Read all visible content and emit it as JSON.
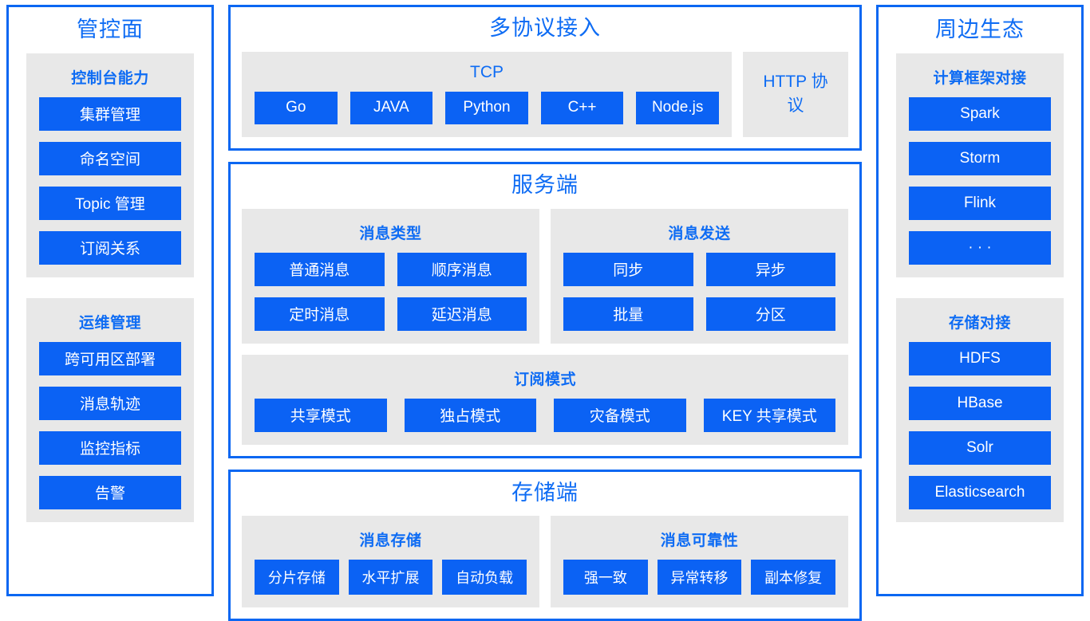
{
  "columns": {
    "left": {
      "title": "管控面",
      "panels": [
        {
          "title": "控制台能力",
          "items": [
            "集群管理",
            "命名空间",
            "Topic 管理",
            "订阅关系"
          ]
        },
        {
          "title": "运维管理",
          "items": [
            "跨可用区部署",
            "消息轨迹",
            "监控指标",
            "告警"
          ]
        }
      ]
    },
    "right": {
      "title": "周边生态",
      "panels": [
        {
          "title": "计算框架对接",
          "items": [
            "Spark",
            "Storm",
            "Flink",
            "· · ·"
          ]
        },
        {
          "title": "存储对接",
          "items": [
            "HDFS",
            "HBase",
            "Solr",
            "Elasticsearch"
          ]
        }
      ]
    }
  },
  "center": {
    "protocol": {
      "title": "多协议接入",
      "tcp_label": "TCP",
      "languages": [
        "Go",
        "JAVA",
        "Python",
        "C++",
        "Node.js"
      ],
      "http_label": "HTTP 协议"
    },
    "server": {
      "title": "服务端",
      "message_type": {
        "title": "消息类型",
        "items": [
          "普通消息",
          "顺序消息",
          "定时消息",
          "延迟消息"
        ]
      },
      "message_send": {
        "title": "消息发送",
        "items": [
          "同步",
          "异步",
          "批量",
          "分区"
        ]
      },
      "subscribe": {
        "title": "订阅模式",
        "items": [
          "共享模式",
          "独占模式",
          "灾备模式",
          "KEY 共享模式"
        ]
      }
    },
    "storage": {
      "title": "存储端",
      "message_storage": {
        "title": "消息存储",
        "items": [
          "分片存储",
          "水平扩展",
          "自动负载"
        ]
      },
      "message_reliability": {
        "title": "消息可靠性",
        "items": [
          "强一致",
          "异常转移",
          "副本修复"
        ]
      }
    }
  },
  "colors": {
    "accent_blue": "#0b62f4",
    "border_blue": "#0b67f2",
    "panel_gray": "#e8e8e8",
    "chip_text": "#ffffff"
  }
}
